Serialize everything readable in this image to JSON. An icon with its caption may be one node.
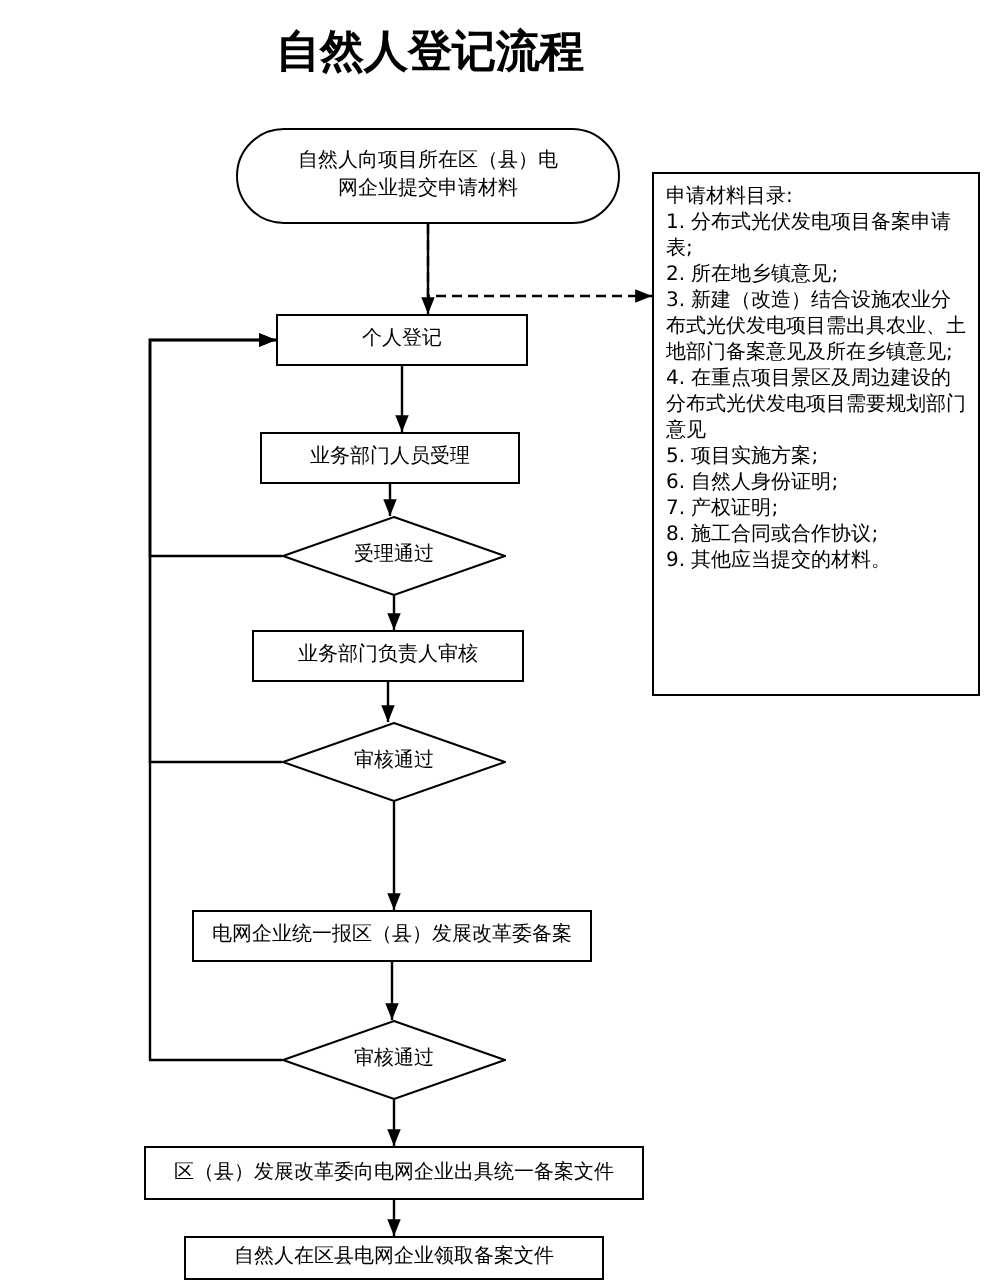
{
  "diagram": {
    "title": "自然人登记流程",
    "nodes": [
      {
        "text": [
          "自然人向项目所在区（县）电网企业提交申请材料"
        ]
      },
      {
        "text": [
          "个人登记"
        ]
      },
      {
        "text": [
          "业务部门人员受理"
        ]
      },
      {
        "text": [
          "受理通过"
        ]
      },
      {
        "text": [
          "业务部门负责人审核"
        ]
      },
      {
        "text": [
          "审核通过"
        ]
      },
      {
        "text": [
          "电网企业统一报区（县）发展改革委备案"
        ]
      },
      {
        "text": [
          "审核通过"
        ]
      },
      {
        "text": [
          "区（县）发展改革委向电网企业出具统一备案文件"
        ]
      },
      {
        "text": [
          "自然人在区县电网企业领取备案文件"
        ]
      },
      {
        "text": [
          "申请材料目录:",
          "1. 分布式光伏发电项目备案申请表;",
          "2. 所在地乡镇意见;",
          "3. 新建（改造）结合设施农业分布式光伏发电项目需出具农业、土地部门备案意见及所在乡镇意见;",
          "4. 在重点项目景区及周边建设的分布式光伏发电项目需要规划部门意见",
          "5. 项目实施方案;",
          "6. 自然人身份证明;",
          "7. 产权证明;",
          "8. 施工合同或合作协议;",
          "9. 其他应当提交的材料。"
        ]
      }
    ],
    "edges": [
      {
        "from": 0,
        "to": 1,
        "arrow": "to"
      },
      {
        "from": 0,
        "to": 10,
        "arrow": "to",
        "style": "dashed"
      },
      {
        "from": 1,
        "to": 2,
        "arrow": "to"
      },
      {
        "from": 2,
        "to": 3,
        "arrow": "to"
      },
      {
        "from": 3,
        "to": 1,
        "arrow": "to"
      },
      {
        "from": 3,
        "to": 4,
        "arrow": "to"
      },
      {
        "from": 4,
        "to": 5,
        "arrow": "to"
      },
      {
        "from": 5,
        "to": 1,
        "arrow": "to"
      },
      {
        "from": 5,
        "to": 6,
        "arrow": "to"
      },
      {
        "from": 6,
        "to": 7,
        "arrow": "to"
      },
      {
        "from": 7,
        "to": 1,
        "arrow": "to"
      },
      {
        "from": 7,
        "to": 8,
        "arrow": "to"
      },
      {
        "from": 8,
        "to": 9,
        "arrow": "to"
      }
    ]
  }
}
